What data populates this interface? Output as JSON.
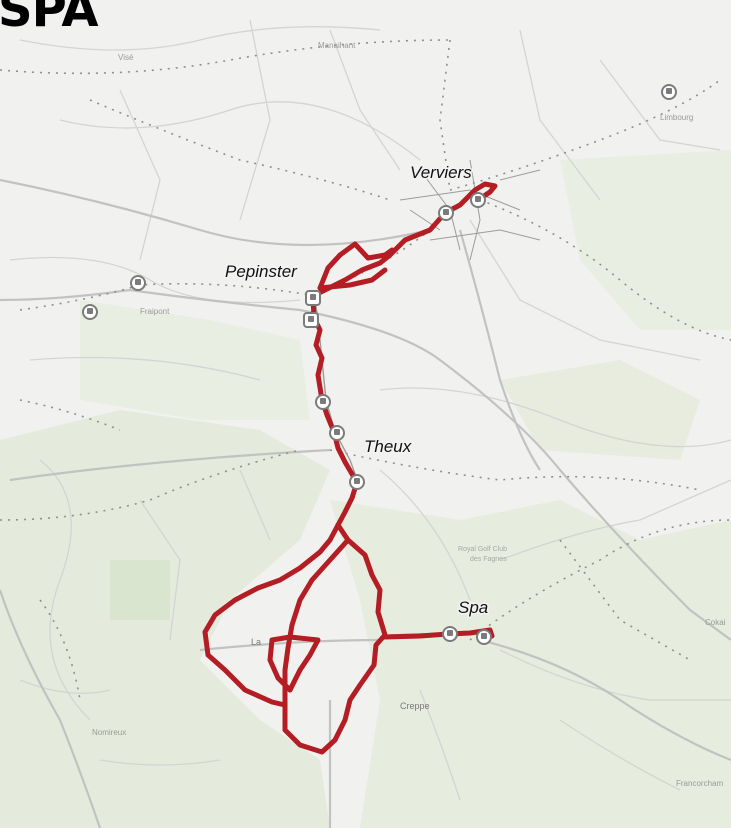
{
  "headline": "SPA",
  "cities": {
    "verviers": "Verviers",
    "pepinster": "Pepinster",
    "theux": "Theux",
    "spa": "Spa"
  },
  "places": {
    "vise": "Visé",
    "manaihant": "Manaihant",
    "limbourg": "Limbourg",
    "fraipont": "Fraipont",
    "nomireux": "Nomireux",
    "creppe": "Creppe",
    "la": "La",
    "cokaifagne": "Cokai",
    "francorchamps": "Francorcham",
    "royal_golf": "Royal Golf Club",
    "des_fagnes": "des Fagnes"
  },
  "colors": {
    "route": "#b31d23",
    "rail": "#8a8a8a",
    "road": "#c8c8c8",
    "forest": "#e6ecdf",
    "background": "#f3f3f3"
  }
}
